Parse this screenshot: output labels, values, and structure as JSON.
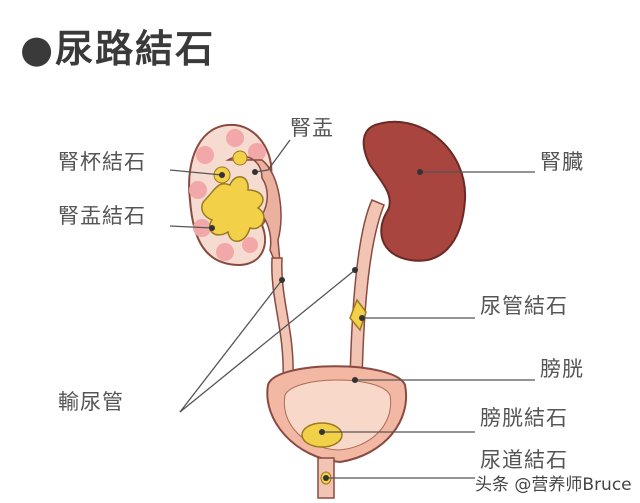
{
  "title": "●尿路結石",
  "labels": {
    "calyx_stone": "腎杯結石",
    "renal_pelvis": "腎盂",
    "pelvis_stone": "腎盂結石",
    "kidney": "腎臓",
    "ureter_stone": "尿管結石",
    "ureter": "輸尿管",
    "bladder": "膀胱",
    "bladder_stone": "膀胱結石",
    "urethra_stone": "尿道結石"
  },
  "watermark": "头条 @营养师Bruce",
  "colors": {
    "kidney": "#a8453e",
    "tissue": "#f2c4b4",
    "stone": "#f0d040",
    "line": "#555555"
  }
}
